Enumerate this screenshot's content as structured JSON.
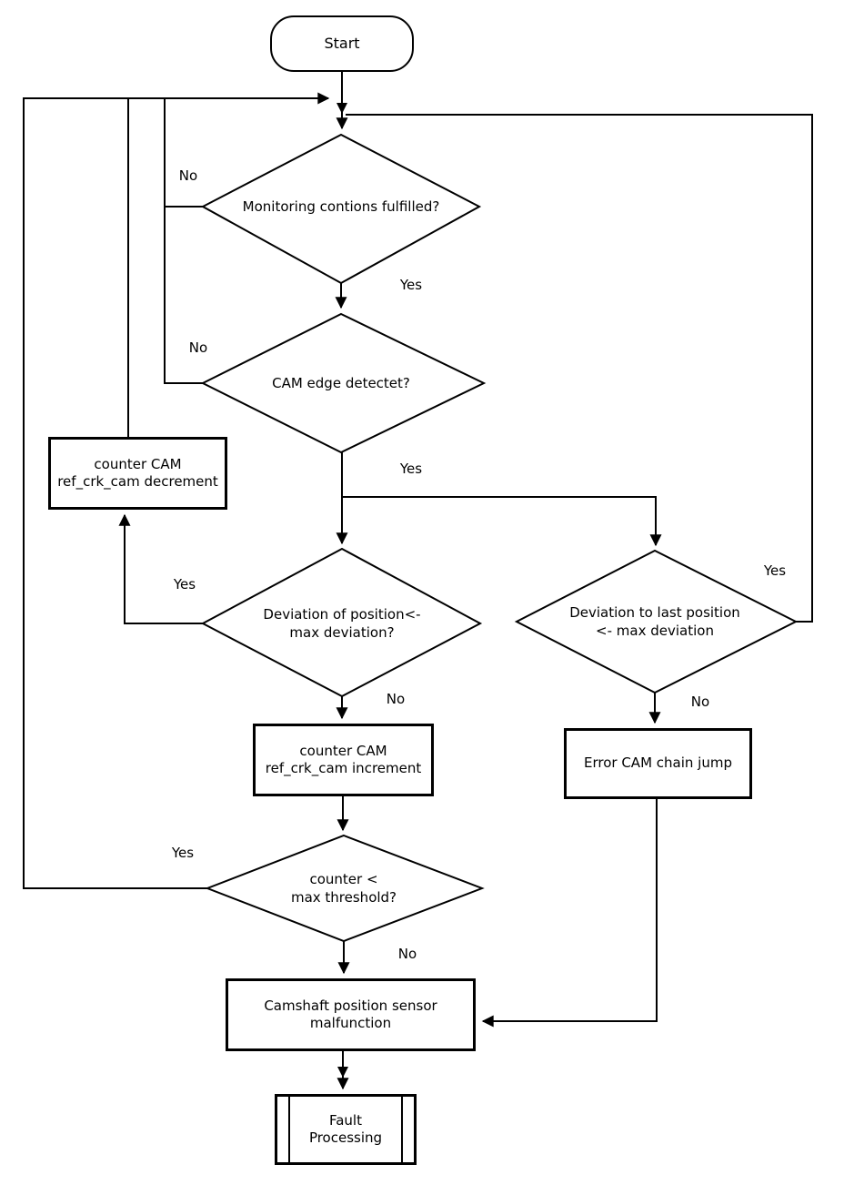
{
  "colors": {
    "stroke": "#000000",
    "background": "#ffffff"
  },
  "nodes": {
    "start": {
      "label": "Start"
    },
    "monitoring": {
      "label": "Monitoring contions fulfilled?"
    },
    "cam_edge": {
      "label": "CAM edge detectet?"
    },
    "counter_decrement": {
      "label": "counter CAM\nref_crk_cam decrement"
    },
    "deviation_position": {
      "label": "Deviation of position<-\nmax deviation?"
    },
    "deviation_last": {
      "label": "Deviation to last position\n<- max deviation"
    },
    "counter_increment": {
      "label": "counter CAM\nref_crk_cam increment"
    },
    "error_cam_chain": {
      "label": "Error CAM chain jump"
    },
    "counter_threshold": {
      "label": "counter <\nmax threshold?"
    },
    "sensor_malfunction": {
      "label": "Camshaft position sensor\nmalfunction"
    },
    "fault_processing": {
      "label": "Fault\nProcessing"
    }
  },
  "edge_labels": {
    "monitoring_no": "No",
    "monitoring_yes": "Yes",
    "cam_edge_no": "No",
    "cam_edge_yes": "Yes",
    "deviation_position_yes": "Yes",
    "deviation_position_no": "No",
    "deviation_last_yes": "Yes",
    "deviation_last_no": "No",
    "counter_threshold_yes": "Yes",
    "counter_threshold_no": "No"
  }
}
